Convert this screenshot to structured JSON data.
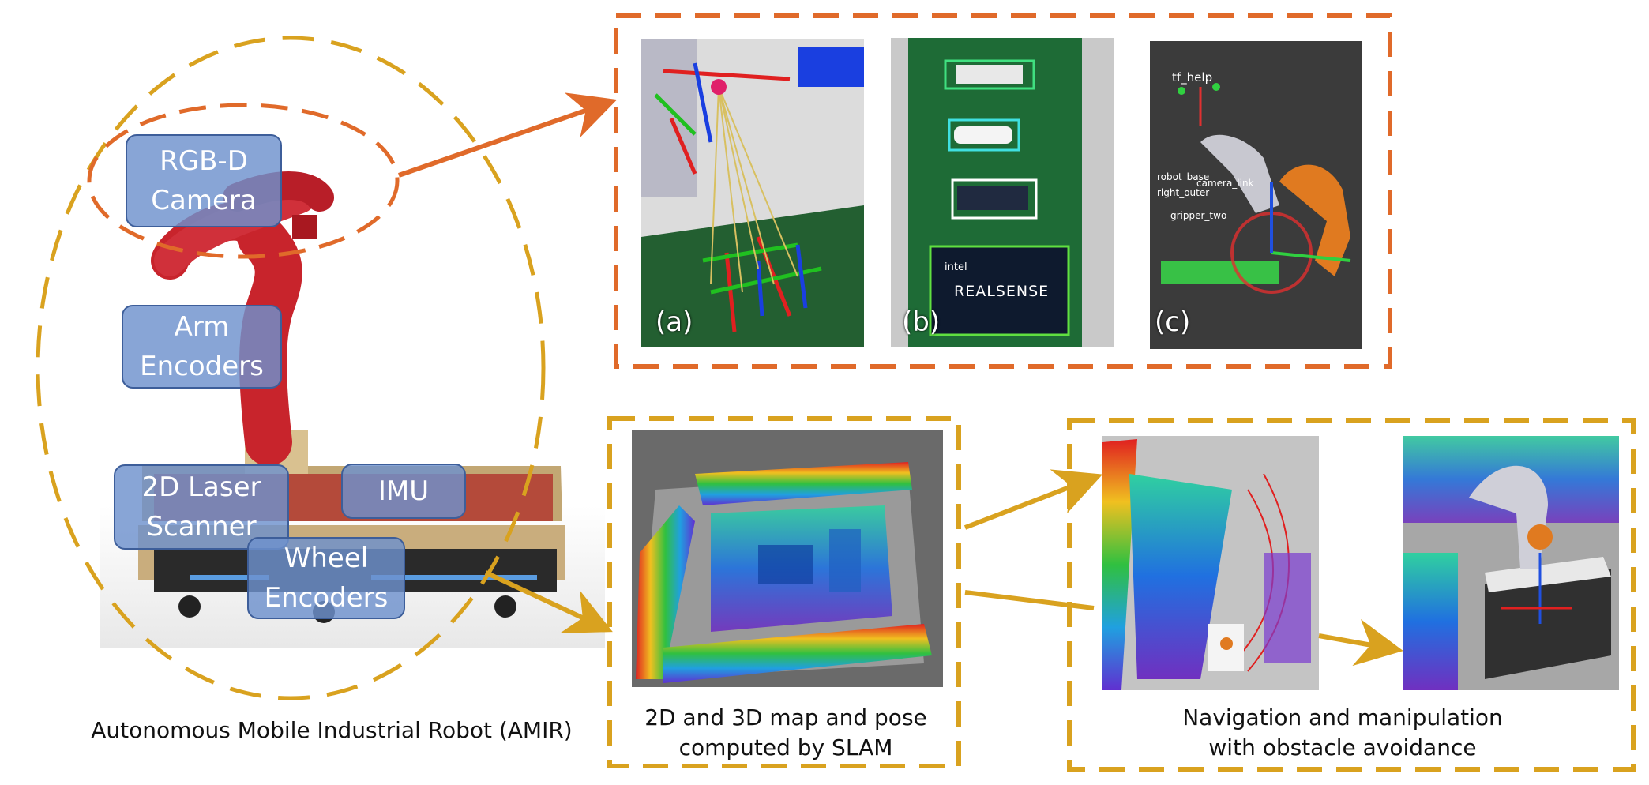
{
  "colors": {
    "orange": "#e06a2a",
    "gold": "#d9a21f",
    "label_box": "#6e91cd",
    "robot_red": "#c8242c",
    "base_gold": "#c2a773"
  },
  "robot": {
    "labels": {
      "camera": "RGB-D\nCamera",
      "arm": "Arm\nEncoders",
      "laser": "2D Laser\nScanner",
      "imu": "IMU",
      "wheel": "Wheel\nEncoders"
    },
    "caption": "Autonomous Mobile Industrial Robot (AMIR)"
  },
  "perception": {
    "tags": [
      "(a)",
      "(b)",
      "(c)"
    ],
    "rviz_labels": [
      "tf_help",
      "robot_base",
      "right_outer",
      "gripper_two",
      "camera_link"
    ],
    "realsense_logo": "REALSENSE",
    "intel_logo": "intel"
  },
  "slam": {
    "caption": "2D and 3D map and pose\ncomputed by SLAM"
  },
  "navigation": {
    "caption": "Navigation and manipulation\nwith obstacle avoidance"
  }
}
